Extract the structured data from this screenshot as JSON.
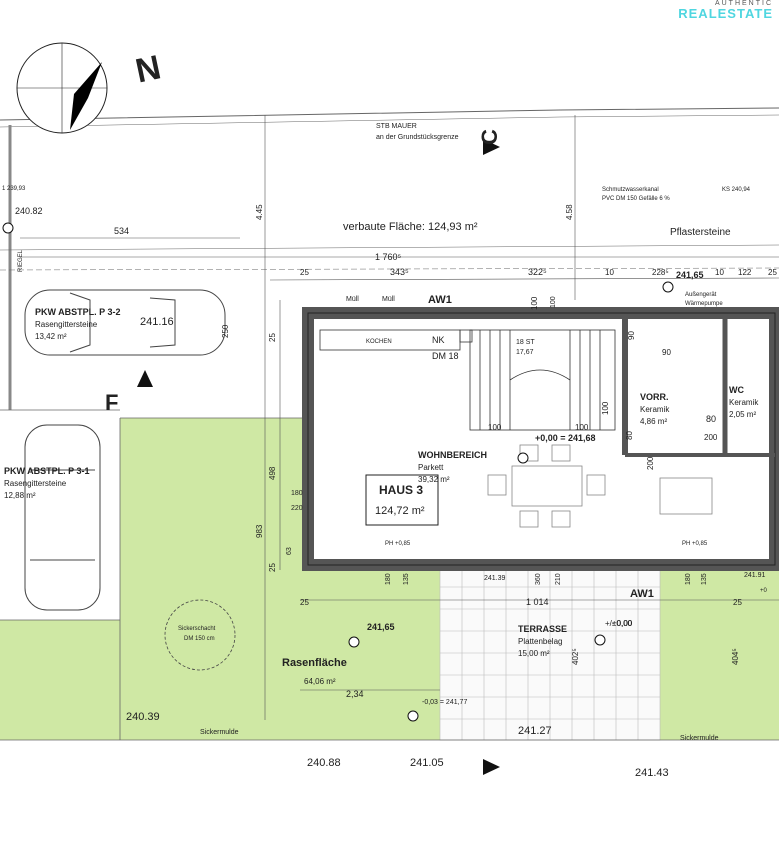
{
  "brand": {
    "line1": "AUTHENTIC",
    "line2": "REALESTATE"
  },
  "north": "N",
  "section_c": "C",
  "section_f": "F",
  "labels": {
    "stb_mauer": "STB MAUER",
    "grundstueck": "an der Grundstücksgrenze",
    "verbaute": "verbaute Fläche: 124,93 m²",
    "pflaster": "Pflastersteine",
    "schmutz1": "Schmutzwasserkanal",
    "schmutz2": "PVC DM 150 Gefälle 6 %",
    "ks": "KS 240,94",
    "riegel": "RIEGEL",
    "kochen": "KOCHEN",
    "nk": "NK",
    "dm18": "DM 18",
    "muell1": "Müll",
    "muell2": "Müll",
    "aw1a": "AW1",
    "aw1b": "AW1",
    "stair1": "18 ST",
    "stair2": "17,67",
    "aussen1": "Außengerät",
    "aussen2": "Wärmepumpe",
    "sickerschacht1": "Sickerschacht",
    "sickerschacht2": "DM 150 cm",
    "sickermulde1": "Sickermulde",
    "sickermulde2": "Sickermulde",
    "ph1": "PH +0,85",
    "ph2": "PH +0,85",
    "pm": "+/- 0,00",
    "haus_title": "HAUS 3",
    "haus_area": "124,72 m²"
  },
  "rooms": [
    {
      "name": "PKW ABSTPL. P 3-2",
      "sub": "Rasengittersteine",
      "area": "13,42 m²"
    },
    {
      "name": "PKW ABSTPL. P 3-1",
      "sub": "Rasengittersteine",
      "area": "12,88 m²"
    },
    {
      "name": "WOHNBEREICH",
      "sub": "Parkett",
      "area": "39,32 m²"
    },
    {
      "name": "VORR.",
      "sub": "Keramik",
      "area": "4,86 m²"
    },
    {
      "name": "WC",
      "sub": "Keramik",
      "area": "2,05 m²"
    },
    {
      "name": "TERRASSE",
      "sub": "Plattenbelag",
      "area": "15,00 m²"
    },
    {
      "name": "Rasenfläche",
      "sub": "",
      "area": "64,06 m²"
    }
  ],
  "levels": [
    "240.82",
    "241.16",
    "241,65",
    "+0,00 = 241,68",
    "241,65",
    "-0,03 = 241,77",
    "240.39",
    "240.88",
    "241.05",
    "241.27",
    "241.43",
    "241.39",
    "241.91",
    "±0,00",
    "1 239,93",
    "+0"
  ],
  "dims": [
    "534",
    "4.45",
    "4.58",
    "1 760⁵",
    "25",
    "343⁵",
    "322⁵",
    "10",
    "228⁵",
    "10",
    "122",
    "25",
    "250",
    "25",
    "100",
    "100",
    "100",
    "100",
    "90",
    "90",
    "80",
    "200",
    "80",
    "200",
    "498",
    "983",
    "180",
    "220",
    "25",
    "63",
    "180",
    "135",
    "360",
    "210",
    "180",
    "135",
    "25",
    "1 014",
    "25",
    "402⁵",
    "404⁵",
    "2,34",
    "100"
  ]
}
